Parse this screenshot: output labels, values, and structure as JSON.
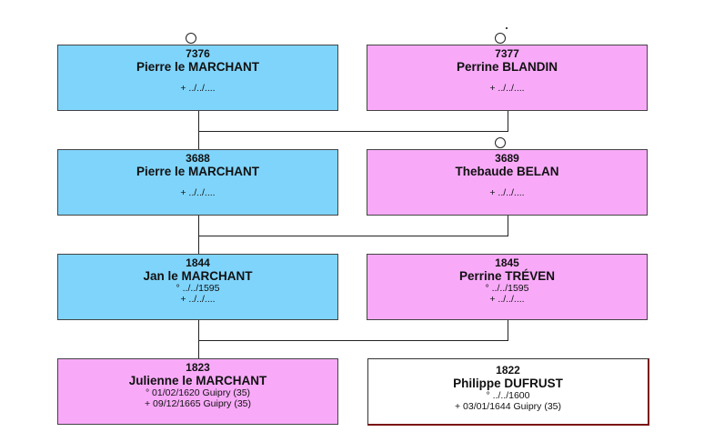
{
  "persons": {
    "p7376": {
      "sosa": "7376",
      "name": "Pierre le MARCHANT",
      "death": "+ ../../...."
    },
    "p7377": {
      "sosa": "7377",
      "name": "Perrine BLANDIN",
      "death": "+ ../../...."
    },
    "p3688": {
      "sosa": "3688",
      "name": "Pierre le MARCHANT",
      "death": "+ ../../...."
    },
    "p3689": {
      "sosa": "3689",
      "name": "Thebaude BELAN",
      "death": "+ ../../...."
    },
    "p1844": {
      "sosa": "1844",
      "name": "Jan le MARCHANT",
      "birth": "° ../../1595",
      "death": "+ ../../...."
    },
    "p1845": {
      "sosa": "1845",
      "name": "Perrine TRÉVEN",
      "birth": "° ../../1595",
      "death": "+ ../../...."
    },
    "p1823": {
      "sosa": "1823",
      "name": "Julienne le MARCHANT",
      "birth": "° 01/02/1620 Guipry (35)",
      "death": "+ 09/12/1665 Guipry (35)"
    },
    "p1822": {
      "sosa": "1822",
      "name": "Philippe DUFRUST",
      "birth": "° ../../1600",
      "death": "+ 03/01/1644 Guipry (35)"
    }
  }
}
